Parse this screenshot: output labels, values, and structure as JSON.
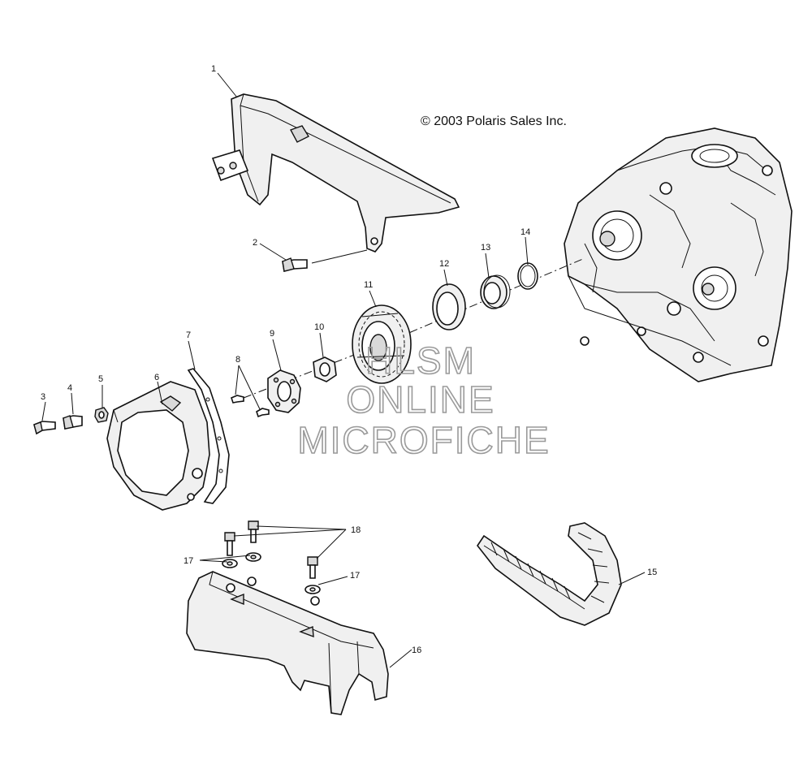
{
  "copyright": "© 2003 Polaris Sales Inc.",
  "watermark": {
    "line1": "HLSM",
    "line2": "ONLINE",
    "line3": "MICROFICHE",
    "color": "#9a9a9a"
  },
  "callouts": [
    "1",
    "2",
    "3",
    "4",
    "5",
    "6",
    "7",
    "8",
    "9",
    "10",
    "11",
    "12",
    "13",
    "14",
    "15",
    "16",
    "17",
    "17",
    "18"
  ]
}
